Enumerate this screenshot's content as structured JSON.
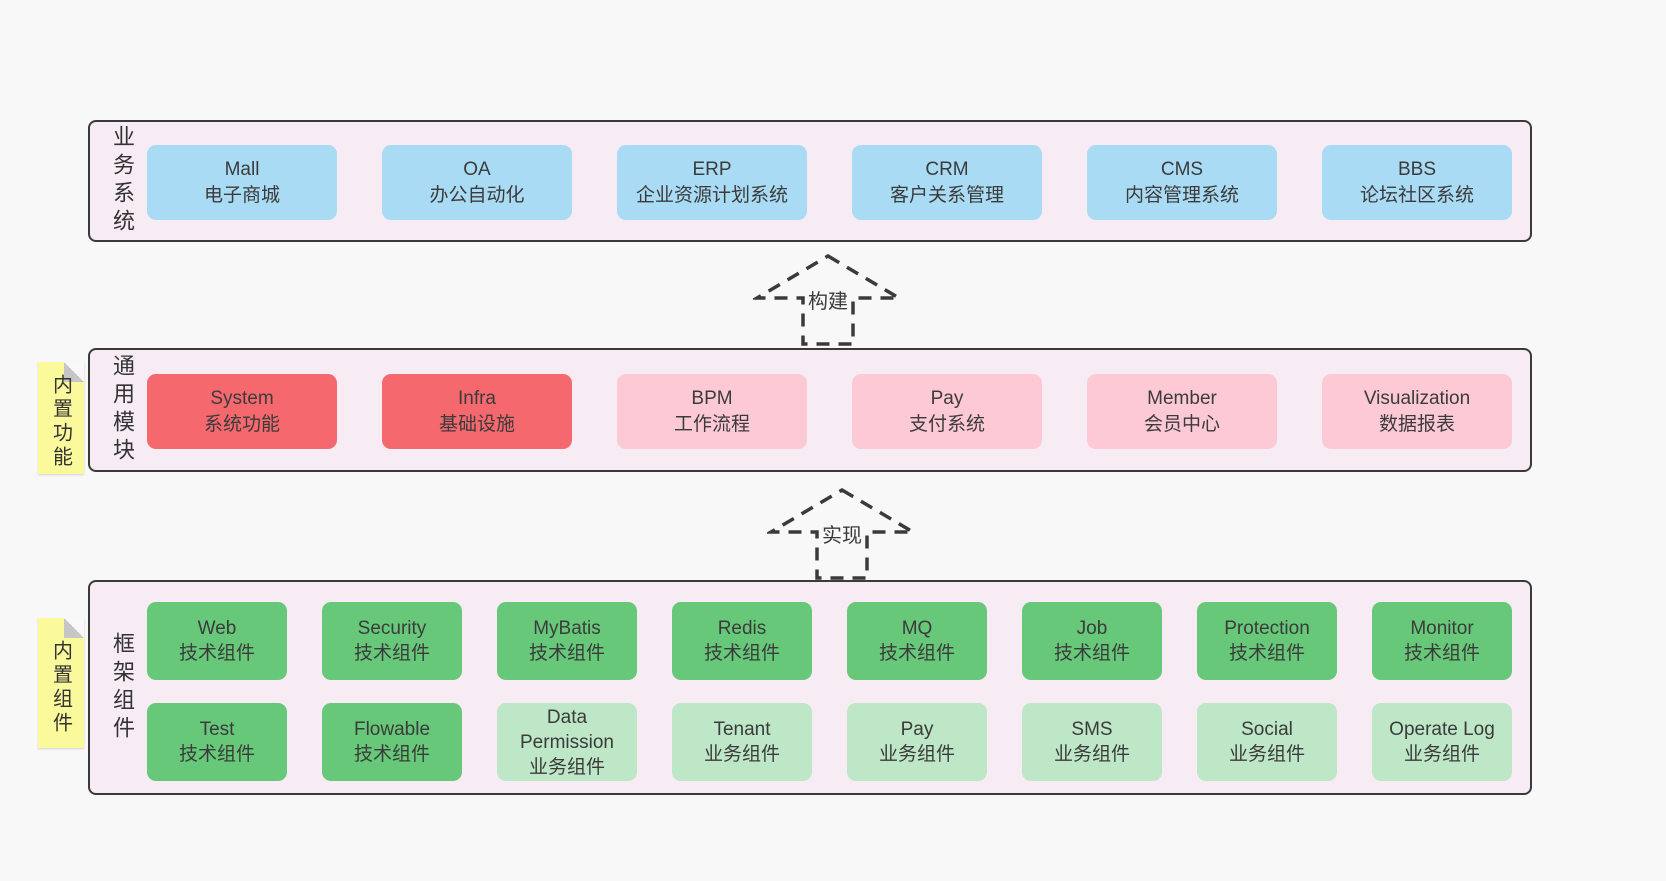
{
  "colors": {
    "page_bg": "#f8f8f8",
    "band_bg": "#f7ebf4",
    "border": "#3a3a3a",
    "sticky_bg": "#fafa9d",
    "blue": "#a9dbf5",
    "red": "#f5696e",
    "pink": "#fdc9d4",
    "green": "#67c87a",
    "lightgreen": "#bde7c6"
  },
  "arrows": [
    {
      "label": "构建"
    },
    {
      "label": "实现"
    }
  ],
  "bands": [
    {
      "label": "业务系统",
      "sticky": null,
      "rows": [
        [
          {
            "title": "Mall",
            "subtitle": "电子商城",
            "variant": "blue"
          },
          {
            "title": "OA",
            "subtitle": "办公自动化",
            "variant": "blue"
          },
          {
            "title": "ERP",
            "subtitle": "企业资源计划系统",
            "variant": "blue"
          },
          {
            "title": "CRM",
            "subtitle": "客户关系管理",
            "variant": "blue"
          },
          {
            "title": "CMS",
            "subtitle": "内容管理系统",
            "variant": "blue"
          },
          {
            "title": "BBS",
            "subtitle": "论坛社区系统",
            "variant": "blue"
          }
        ]
      ]
    },
    {
      "label": "通用模块",
      "sticky": "内置功能",
      "rows": [
        [
          {
            "title": "System",
            "subtitle": "系统功能",
            "variant": "red"
          },
          {
            "title": "Infra",
            "subtitle": "基础设施",
            "variant": "red"
          },
          {
            "title": "BPM",
            "subtitle": "工作流程",
            "variant": "pink"
          },
          {
            "title": "Pay",
            "subtitle": "支付系统",
            "variant": "pink"
          },
          {
            "title": "Member",
            "subtitle": "会员中心",
            "variant": "pink"
          },
          {
            "title": "Visualization",
            "subtitle": "数据报表",
            "variant": "pink"
          }
        ]
      ]
    },
    {
      "label": "框架组件",
      "sticky": "内置组件",
      "rows": [
        [
          {
            "title": "Web",
            "subtitle": "技术组件",
            "variant": "green"
          },
          {
            "title": "Security",
            "subtitle": "技术组件",
            "variant": "green"
          },
          {
            "title": "MyBatis",
            "subtitle": "技术组件",
            "variant": "green"
          },
          {
            "title": "Redis",
            "subtitle": "技术组件",
            "variant": "green"
          },
          {
            "title": "MQ",
            "subtitle": "技术组件",
            "variant": "green"
          },
          {
            "title": "Job",
            "subtitle": "技术组件",
            "variant": "green"
          },
          {
            "title": "Protection",
            "subtitle": "技术组件",
            "variant": "green"
          },
          {
            "title": "Monitor",
            "subtitle": "技术组件",
            "variant": "green"
          }
        ],
        [
          {
            "title": "Test",
            "subtitle": "技术组件",
            "variant": "green"
          },
          {
            "title": "Flowable",
            "subtitle": "技术组件",
            "variant": "green"
          },
          {
            "title": "Data Permission",
            "subtitle": "业务组件",
            "variant": "lightgreen"
          },
          {
            "title": "Tenant",
            "subtitle": "业务组件",
            "variant": "lightgreen"
          },
          {
            "title": "Pay",
            "subtitle": "业务组件",
            "variant": "lightgreen"
          },
          {
            "title": "SMS",
            "subtitle": "业务组件",
            "variant": "lightgreen"
          },
          {
            "title": "Social",
            "subtitle": "业务组件",
            "variant": "lightgreen"
          },
          {
            "title": "Operate Log",
            "subtitle": "业务组件",
            "variant": "lightgreen"
          }
        ]
      ]
    }
  ]
}
